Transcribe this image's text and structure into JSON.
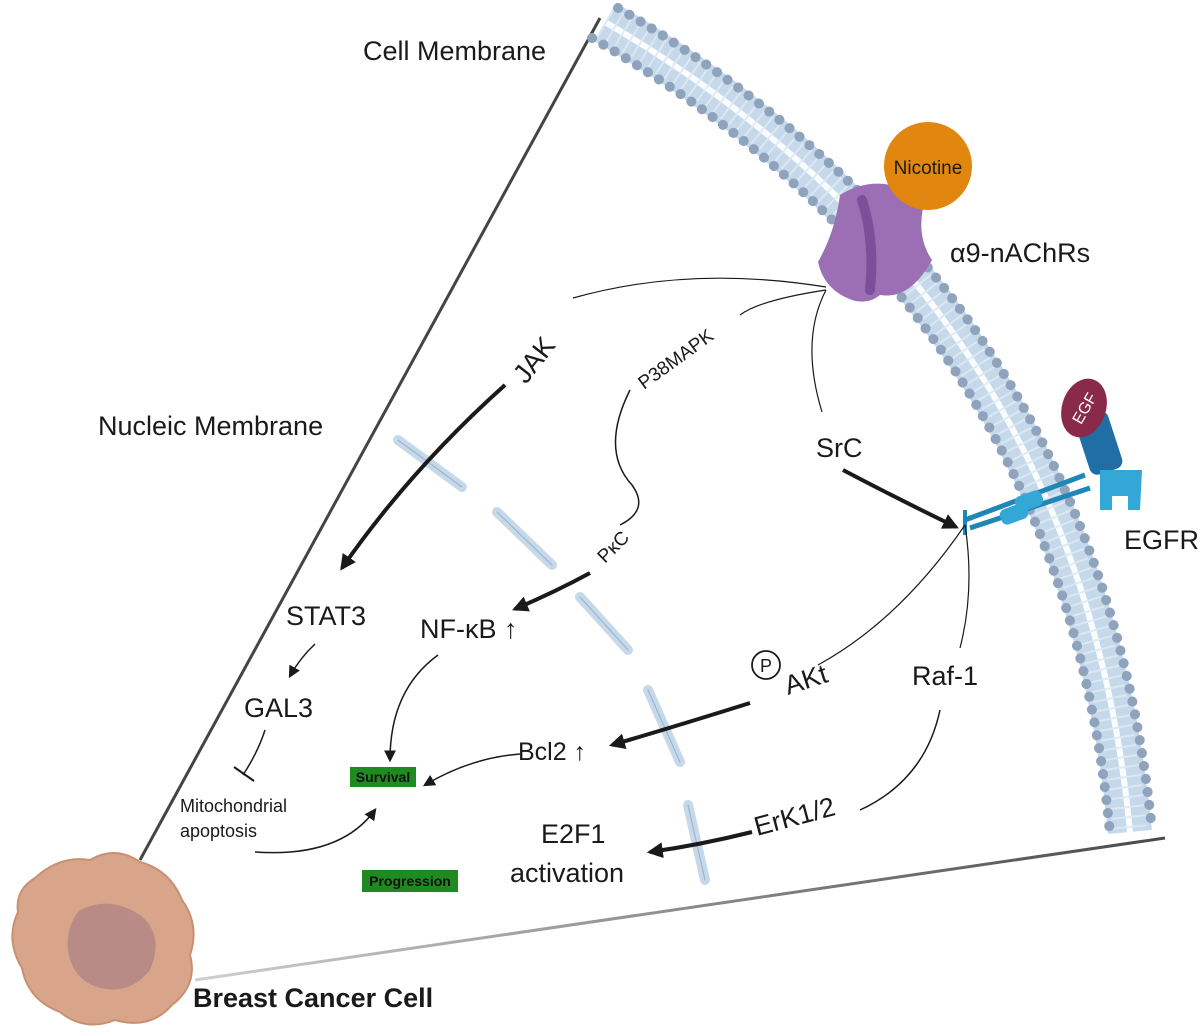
{
  "labels": {
    "cell_membrane": "Cell Membrane",
    "nucleic_membrane": "Nucleic Membrane",
    "breast_cancer_cell": "Breast Cancer Cell",
    "receptor": "α9-nAChRs",
    "nicotine": "Nicotine",
    "egf": "EGF",
    "egfr": "EGFR",
    "jak": "JAK",
    "p38mapk": "P38MAPK",
    "pkc": "PκC",
    "src": "SrC",
    "stat3": "STAT3",
    "gal3": "GAL3",
    "mito_line1": "Mitochondrial",
    "mito_line2": "apoptosis",
    "nfkb": "NF-κB ↑",
    "akt": "AKt",
    "phospho": "P",
    "raf1": "Raf-1",
    "bcl2": "Bcl2 ↑",
    "erk": "ErK1/2",
    "e2f1_line1": "E2F1",
    "e2f1_line2": "activation",
    "survival": "Survival",
    "progression": "Progression"
  },
  "colors": {
    "membrane_blue": "#c6d9ea",
    "membrane_dot": "#8fa3bd",
    "receptor_purple": "#9c6fb5",
    "nicotine_orange": "#e1870f",
    "egf_maroon": "#8a2a4a",
    "egfr_blue": "#1f87b8",
    "cell_tan": "#d9a58a",
    "nucleus": "#b98b86",
    "outcome_green": "#1f8a1f"
  },
  "icons": [
    "cell-icon",
    "receptor-icon",
    "egfr-icon"
  ]
}
